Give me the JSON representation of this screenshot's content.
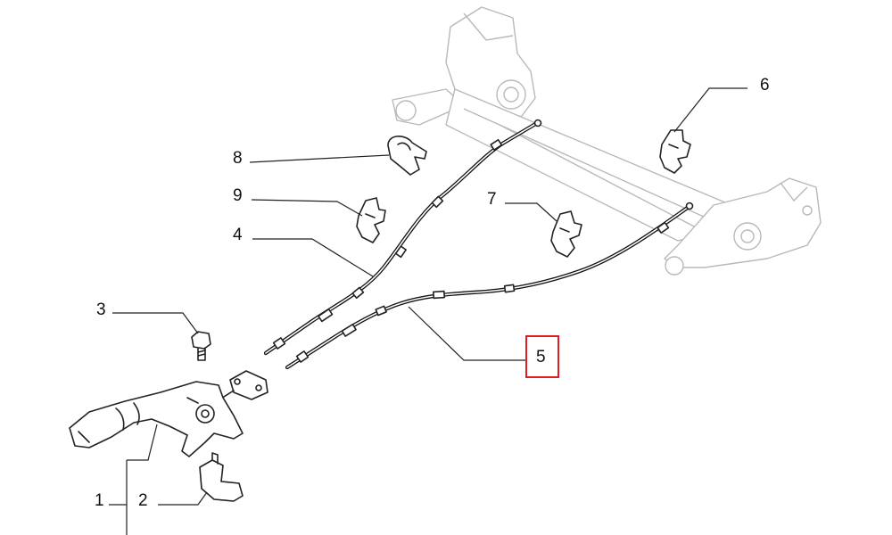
{
  "callouts": {
    "c1": "1",
    "c2": "2",
    "c3": "3",
    "c4": "4",
    "c5": "5",
    "c6": "6",
    "c7": "7",
    "c8": "8",
    "c9": "9"
  },
  "highlight": {
    "callout": "5",
    "color": "#e01e25"
  }
}
